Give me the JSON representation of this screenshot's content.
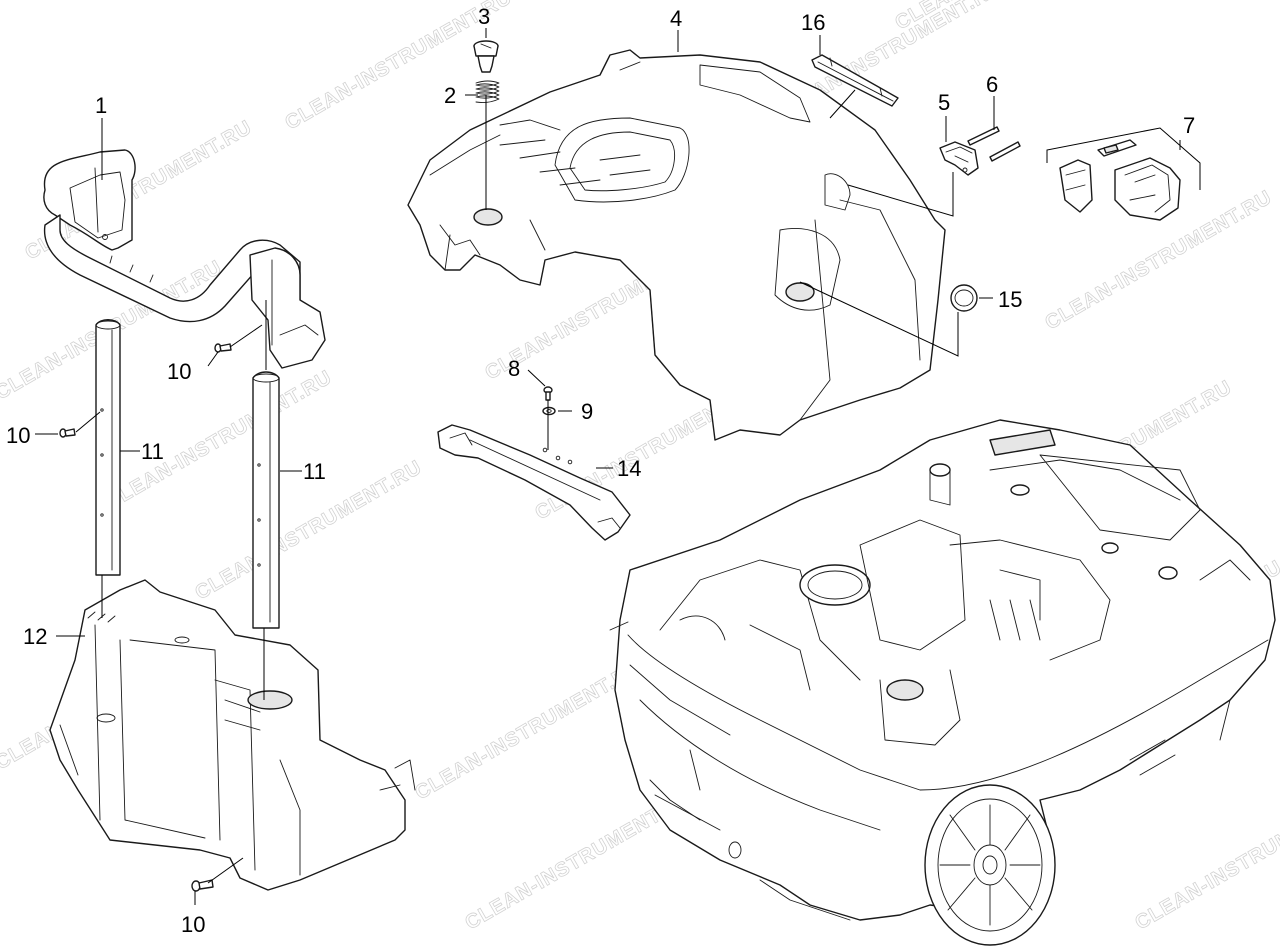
{
  "watermark": {
    "text": "CLEAN-INSTRUMENT.RU",
    "color": "#c8c8c8"
  },
  "callouts": [
    {
      "id": "c1",
      "label": "1"
    },
    {
      "id": "c2",
      "label": "2"
    },
    {
      "id": "c3",
      "label": "3"
    },
    {
      "id": "c4",
      "label": "4"
    },
    {
      "id": "c5",
      "label": "5"
    },
    {
      "id": "c6",
      "label": "6"
    },
    {
      "id": "c7",
      "label": "7"
    },
    {
      "id": "c8",
      "label": "8"
    },
    {
      "id": "c9",
      "label": "9"
    },
    {
      "id": "c10a",
      "label": "10"
    },
    {
      "id": "c10b",
      "label": "10"
    },
    {
      "id": "c10c",
      "label": "10"
    },
    {
      "id": "c11a",
      "label": "11"
    },
    {
      "id": "c11b",
      "label": "11"
    },
    {
      "id": "c12",
      "label": "12"
    },
    {
      "id": "c14",
      "label": "14"
    },
    {
      "id": "c15",
      "label": "15"
    },
    {
      "id": "c16",
      "label": "16"
    }
  ]
}
